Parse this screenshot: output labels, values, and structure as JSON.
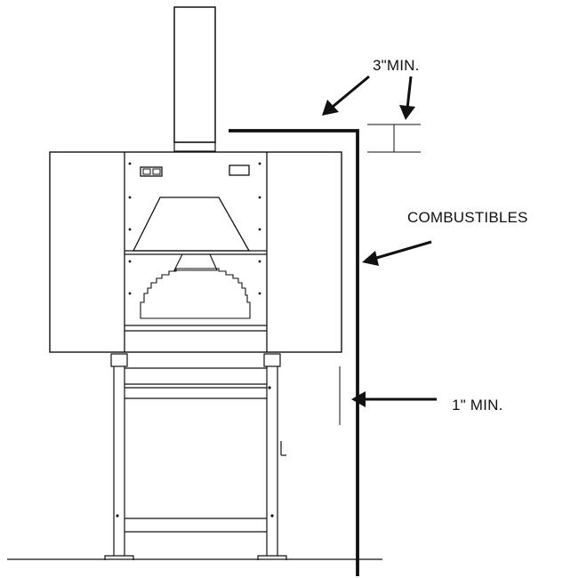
{
  "labels": {
    "top_clearance": "3\"MIN.",
    "combustibles": "COMBUSTIBLES",
    "side_clearance": "1\" MIN."
  }
}
